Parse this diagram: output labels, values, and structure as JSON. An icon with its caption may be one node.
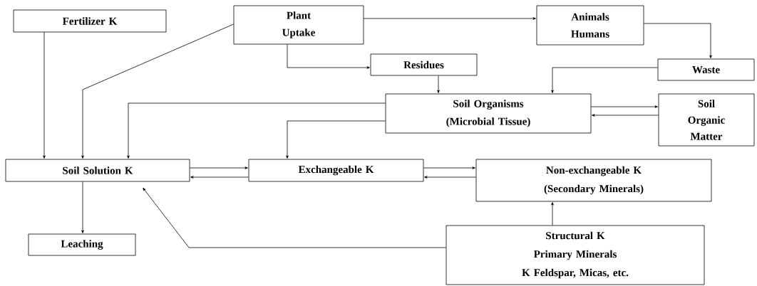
{
  "diagram": {
    "nodes": [
      {
        "text": [
          "Fertilizer K"
        ]
      },
      {
        "text": [
          "Plant Uptake"
        ]
      },
      {
        "text": [
          "Animals",
          "Humans"
        ]
      },
      {
        "text": [
          "Residues"
        ]
      },
      {
        "text": [
          "Waste"
        ]
      },
      {
        "text": [
          "Soil Organisms",
          "(Microbial Tissue)"
        ]
      },
      {
        "text": [
          "Soil Organic Matter"
        ]
      },
      {
        "text": [
          "Soil Solution K"
        ]
      },
      {
        "text": [
          "Exchangeable K"
        ]
      },
      {
        "text": [
          "Non-exchangeable K",
          "(Secondary Minerals)"
        ]
      },
      {
        "text": [
          "Structural K",
          "Primary Minerals",
          "K Feldspar, Micas, etc."
        ]
      },
      {
        "text": [
          "Leaching"
        ]
      }
    ],
    "edges": [
      {
        "from": 0,
        "to": 7,
        "arrow": "to"
      },
      {
        "from": 1,
        "to": 7,
        "arrow": "to"
      },
      {
        "from": 1,
        "to": 2,
        "arrow": "to"
      },
      {
        "from": 1,
        "to": 3,
        "arrow": "to"
      },
      {
        "from": 2,
        "to": 4,
        "arrow": "to"
      },
      {
        "from": 4,
        "to": 5,
        "arrow": "to"
      },
      {
        "from": 3,
        "to": 5,
        "arrow": "to"
      },
      {
        "from": 5,
        "to": 7,
        "arrow": "to"
      },
      {
        "from": 5,
        "to": 8,
        "arrow": "to"
      },
      {
        "from": 5,
        "to": 6,
        "arrow": "to"
      },
      {
        "from": 6,
        "to": 5,
        "arrow": "to"
      },
      {
        "from": 7,
        "to": 8,
        "arrow": "to"
      },
      {
        "from": 8,
        "to": 7,
        "arrow": "to"
      },
      {
        "from": 8,
        "to": 9,
        "arrow": "to"
      },
      {
        "from": 9,
        "to": 8,
        "arrow": "to"
      },
      {
        "from": 10,
        "to": 9,
        "arrow": "to"
      },
      {
        "from": 10,
        "to": 7,
        "arrow": "to"
      },
      {
        "from": 7,
        "to": 11,
        "arrow": "to"
      }
    ]
  }
}
